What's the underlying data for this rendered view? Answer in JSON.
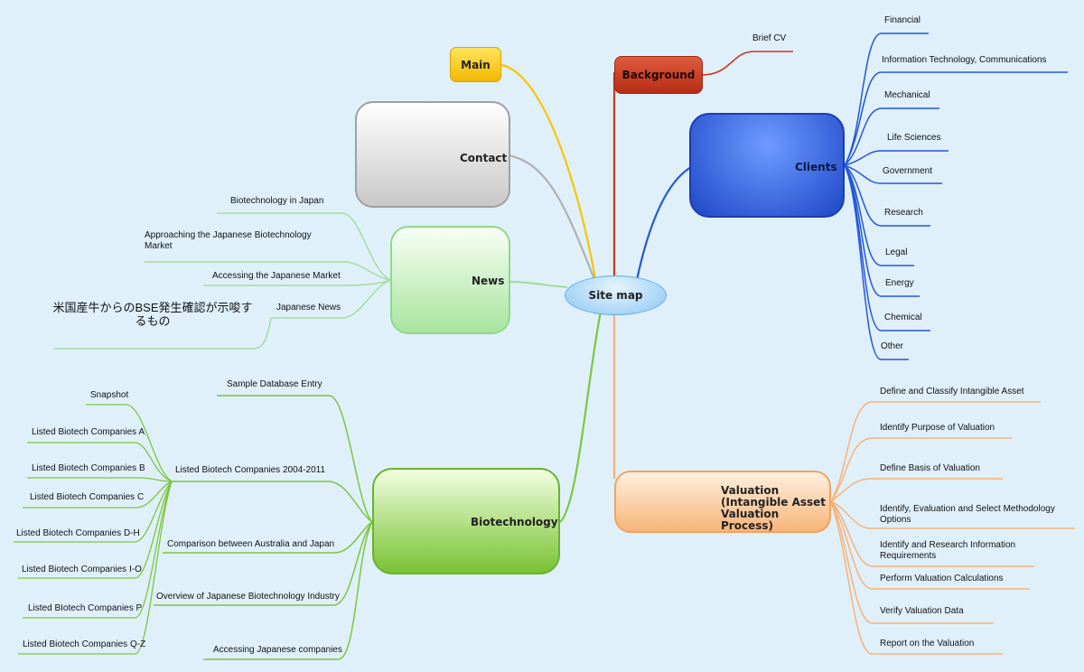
{
  "colors": {
    "background": "#dff0fb",
    "main": "#f9c800",
    "background_node": "#c8391f",
    "clients": "#2557d6",
    "contact": "#b0b0b0",
    "news": "#8fd88a",
    "biotech": "#7cc63b",
    "valuation": "#f7b278",
    "center": "#9fd0f5"
  },
  "center": {
    "label": "Site map"
  },
  "nodes": {
    "main": "Main",
    "background": "Background",
    "contact": "Contact",
    "news": "News",
    "clients": "Clients",
    "biotechnology": "Biotechnology",
    "valuation_line1": "Valuation",
    "valuation_line2": "(Intangible Asset",
    "valuation_line3": "Valuation Process)"
  },
  "background_children": [
    "Brief CV"
  ],
  "clients_children": [
    "Financial",
    "Information Technology, Communications",
    "Mechanical",
    "Life Sciences",
    "Government",
    "Research",
    "Legal",
    "Energy",
    "Chemical",
    "Other"
  ],
  "news_children": [
    "Biotechnology in Japan",
    "Approaching the Japanese Biotechnology Market",
    "Accessing the Japanese Market",
    "Japanese News"
  ],
  "news_sub": "米国産牛からのBSE発生確認が示唆するもの",
  "biotech_children": [
    "Sample Database Entry",
    "Listed Biotech Companies 2004-2011",
    "Comparison between Australia and Japan",
    "Overview of Japanese Biotechnology Industry",
    "Accessing Japanese companies"
  ],
  "listed_children": [
    "Snapshot",
    "Listed Biotech Companies A",
    "Listed Biotech Companies B",
    "Listed Biotech Companies C",
    "Listed Biotech Companies D-H",
    "Listed Biotech Companies I-O",
    "Listed BIotech Companies P",
    "Listed Biotech Companies Q-Z"
  ],
  "valuation_children": [
    "Define and Classify Intangible Asset",
    "Identify Purpose of Valuation",
    "Define Basis of Valuation",
    "Identify, Evaluation and Select Methodology Options",
    "Identify and Research Information Requirements",
    "Perform Valuation Calculations",
    "Verify Valuation Data",
    "Report on the Valuation"
  ]
}
